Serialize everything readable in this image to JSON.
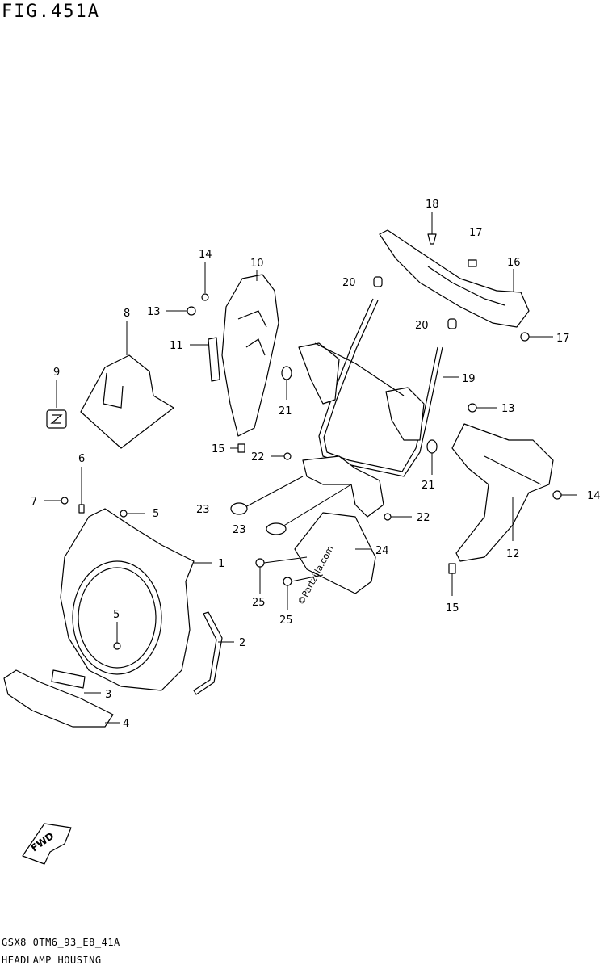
{
  "figure": {
    "title": "FIG.451A",
    "footer_code": "GSX8 0TM6_93_E8_41A",
    "footer_title": "HEADLAMP HOUSING",
    "watermark": "©Partzilla.com",
    "fwd_label": "FWD"
  },
  "callouts": [
    "18",
    "17",
    "16",
    "17",
    "20",
    "20",
    "19",
    "14",
    "10",
    "13",
    "8",
    "11",
    "9",
    "21",
    "15",
    "22",
    "21",
    "13",
    "14",
    "12",
    "6",
    "7",
    "5",
    "23",
    "23",
    "22",
    "1",
    "24",
    "25",
    "25",
    "15",
    "5",
    "2",
    "3",
    "4"
  ]
}
